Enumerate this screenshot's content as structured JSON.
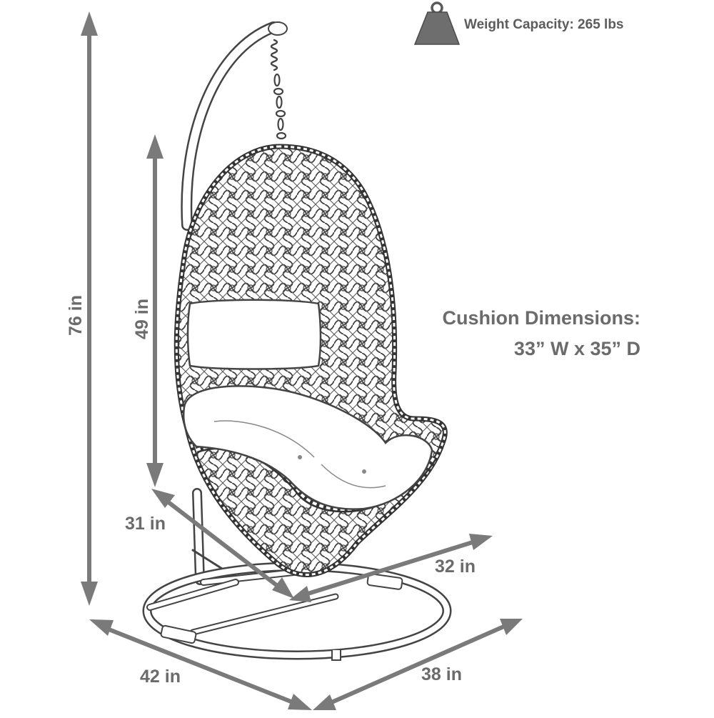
{
  "weight_capacity": "Weight Capacity: 265 lbs",
  "cushion": {
    "title": "Cushion Dimensions:",
    "size": "33” W x 35” D"
  },
  "dimensions": {
    "overall_height": "76 in",
    "chair_height": "49 in",
    "chair_depth": "31 in",
    "chair_width": "32 in",
    "base_length": "42 in",
    "base_width": "38 in"
  },
  "colors": {
    "arrow": "#7a7a7a",
    "text": "#6b6b6b",
    "line_art": "#444444",
    "weight_icon": "#6e6e6e"
  },
  "icons": [
    "weight-icon"
  ]
}
